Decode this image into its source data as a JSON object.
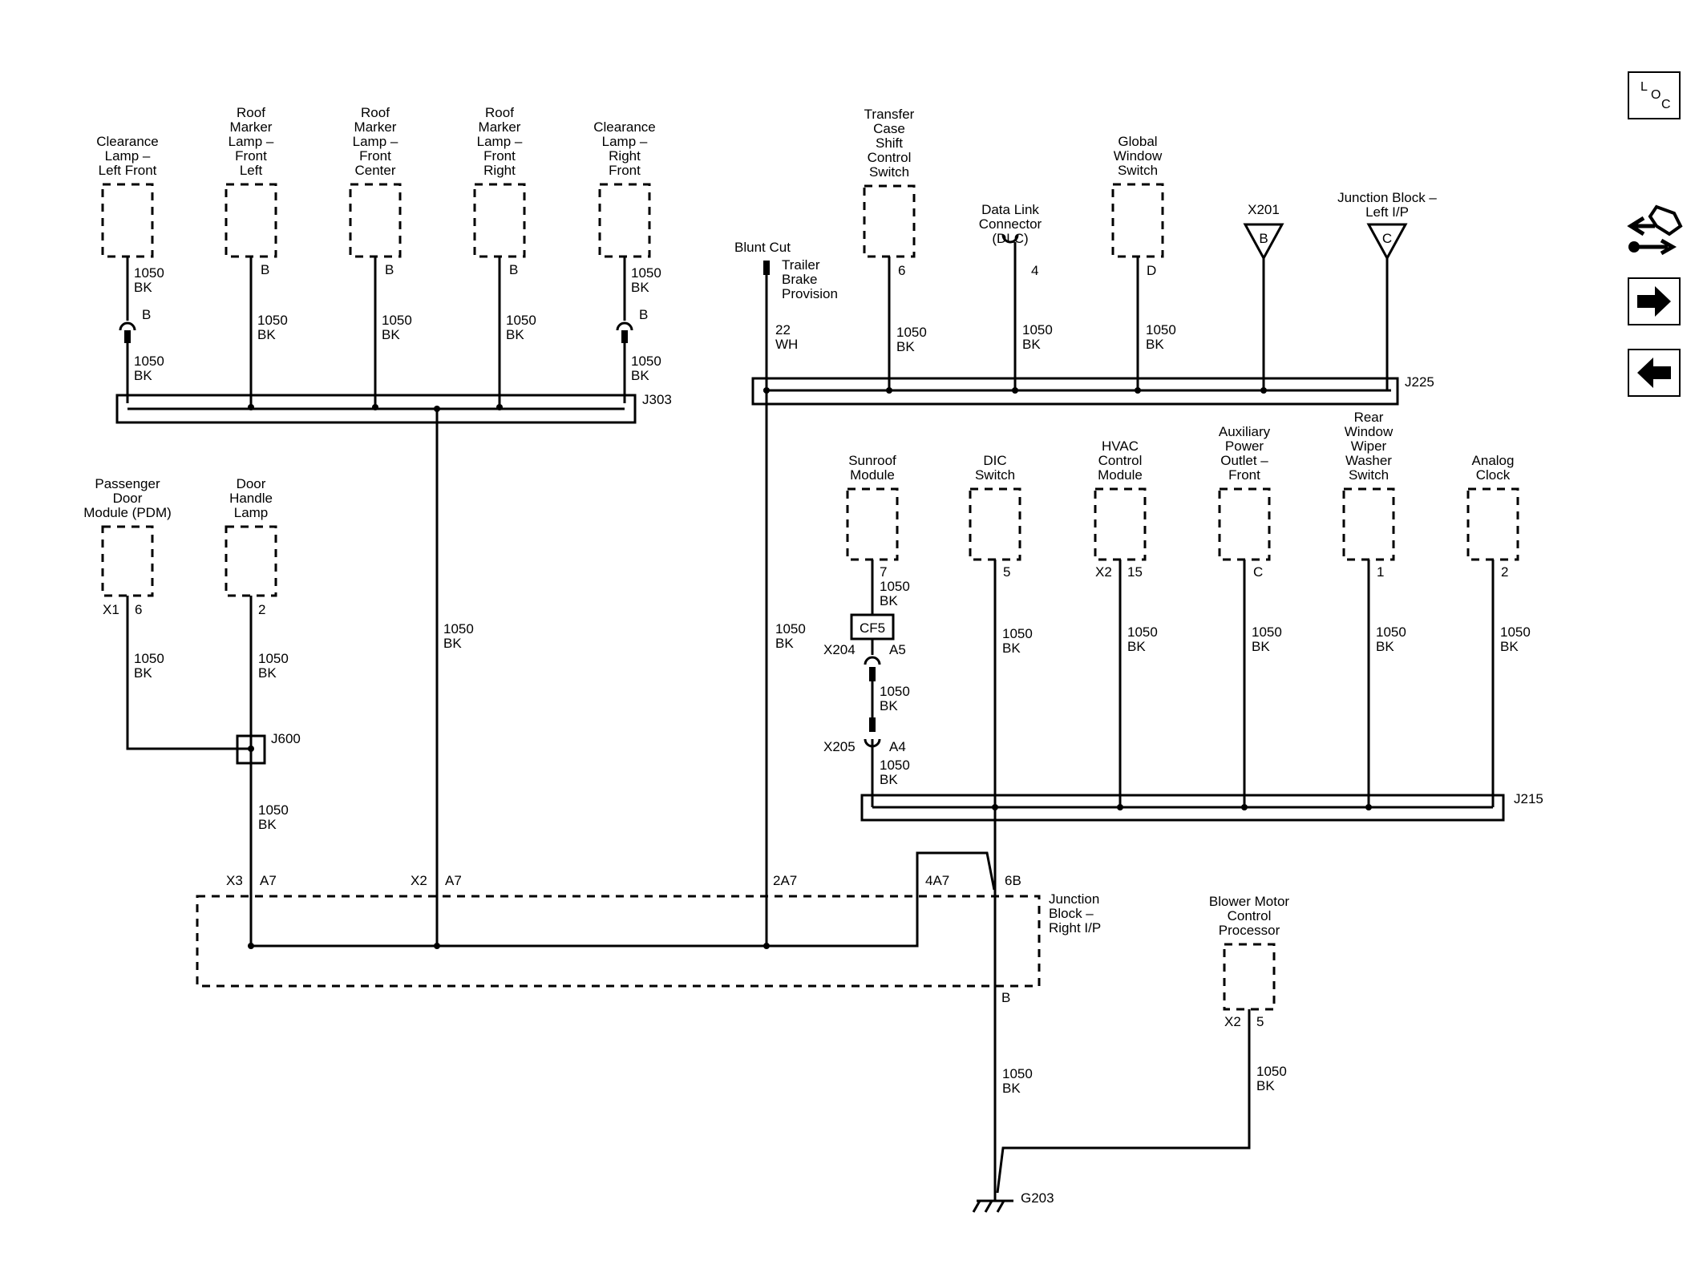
{
  "components": {
    "clearance_lamp_lf": [
      "Clearance",
      "Lamp –",
      "Left Front"
    ],
    "roof_marker_lf": [
      "Roof",
      "Marker",
      "Lamp –",
      "Front",
      "Left"
    ],
    "roof_marker_fc": [
      "Roof",
      "Marker",
      "Lamp –",
      "Front",
      "Center"
    ],
    "roof_marker_fr": [
      "Roof",
      "Marker",
      "Lamp –",
      "Front",
      "Right"
    ],
    "clearance_lamp_rf": [
      "Clearance",
      "Lamp –",
      "Right",
      "Front"
    ],
    "passenger_door_module": [
      "Passenger",
      "Door",
      "Module (PDM)"
    ],
    "door_handle_lamp": [
      "Door",
      "Handle",
      "Lamp"
    ],
    "transfer_case_switch": [
      "Transfer",
      "Case",
      "Shift",
      "Control",
      "Switch"
    ],
    "data_link_connector": [
      "Data Link",
      "Connector",
      "(DLC)"
    ],
    "global_window_switch": [
      "Global",
      "Window",
      "Switch"
    ],
    "x201": [
      "X201"
    ],
    "junction_block_left": [
      "Junction Block –",
      "Left I/P"
    ],
    "blunt_cut": [
      "Blunt Cut"
    ],
    "trailer_brake": [
      "Trailer",
      "Brake",
      "Provision"
    ],
    "sunroof_module": [
      "Sunroof",
      "Module"
    ],
    "dic_switch": [
      "DIC",
      "Switch"
    ],
    "hvac_control_module": [
      "HVAC",
      "Control",
      "Module"
    ],
    "aux_power_outlet": [
      "Auxiliary",
      "Power",
      "Outlet –",
      "Front"
    ],
    "rear_wiper_switch": [
      "Rear",
      "Window",
      "Wiper",
      "Washer",
      "Switch"
    ],
    "analog_clock": [
      "Analog",
      "Clock"
    ],
    "junction_block_right": [
      "Junction",
      "Block –",
      "Right I/P"
    ],
    "blower_motor": [
      "Blower Motor",
      "Control",
      "Processor"
    ]
  },
  "wire_labels": {
    "c1050bk": [
      "1050",
      "BK"
    ],
    "c22wh": [
      "22",
      "WH"
    ]
  },
  "pins": {
    "B": "B",
    "D": "D",
    "C": "C",
    "A5": "A5",
    "A4": "A4",
    "A7": "A7",
    "2A7": "2A7",
    "4A7": "4A7",
    "6B": "6B",
    "n1": "1",
    "n2": "2",
    "n4": "4",
    "n5": "5",
    "n6": "6",
    "n7": "7",
    "n15": "15",
    "X1": "X1",
    "X2": "X2",
    "X3": "X3",
    "X204": "X204",
    "X205": "X205"
  },
  "splices": {
    "J303": "J303",
    "J225": "J225",
    "J215": "J215",
    "J600": "J600"
  },
  "inline": {
    "CF5": "CF5"
  },
  "ground": {
    "G203": "G203"
  },
  "nav": {
    "loc": [
      "L",
      "O",
      "C"
    ]
  },
  "colors": {
    "line": "#000000",
    "background": "#ffffff"
  }
}
